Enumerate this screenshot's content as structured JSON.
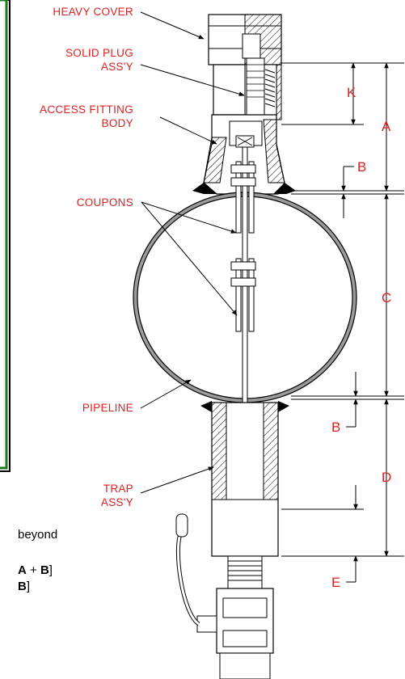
{
  "callouts": {
    "heavy_cover": "HEAVY COVER",
    "solid_plug_1": "SOLID PLUG",
    "solid_plug_2": "ASS'Y",
    "access_fitting_1": "ACCESS FITTING",
    "access_fitting_2": "BODY",
    "coupons": "COUPONS",
    "pipeline": "PIPELINE",
    "trap_1": "TRAP",
    "trap_2": "ASS'Y"
  },
  "dimensions": {
    "A": "A",
    "B_top": "B",
    "C": "C",
    "B_bottom": "B",
    "D": "D",
    "E": "E",
    "K": "K"
  },
  "side_text": {
    "line1": "beyond",
    "line2_bold_a": "A",
    "line2_plus": " + ",
    "line2_bold_b": "B",
    "line2_close": "]",
    "line3_bold_b": "B",
    "line3_close": "]"
  },
  "colors": {
    "annotation": "#e02020",
    "outline": "#000000",
    "panel_border": "#1e7a1e",
    "pipe_fill": "#9a9a9a",
    "weld": "#000000"
  }
}
